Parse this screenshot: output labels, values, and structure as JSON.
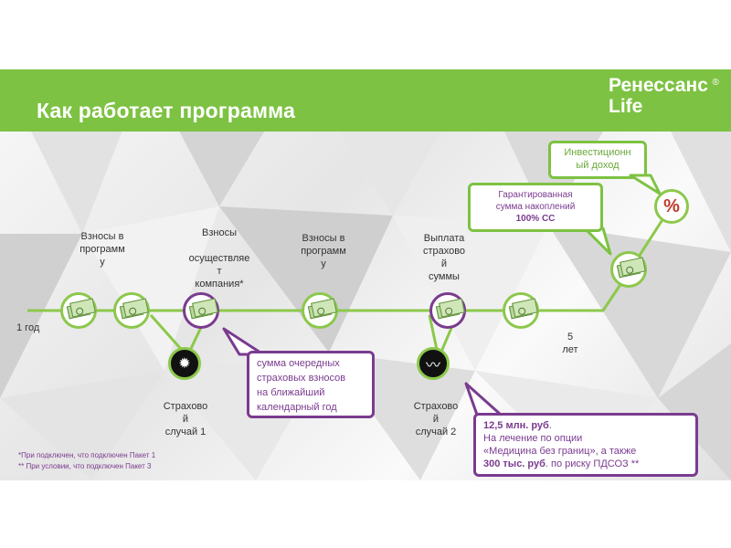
{
  "header": {
    "title": "Как работает программа",
    "logo_line1": "Ренессанс",
    "logo_line2": "Life",
    "logo_mark": "®"
  },
  "timeline": {
    "start_label": "1 год",
    "end_label": "5\nлет",
    "contributions_1": "Взносы в\nпрограмм\nу",
    "company_pays": "Взносы\n\nосуществляе\nт\nкомпания*",
    "contributions_2": "Взносы в\nпрограмм\nу",
    "payout": "Выплата\nстрахово\nй\nсуммы",
    "insured_event_1": "Страхово\nй\nслучай 1",
    "insured_event_2": "Страхово\nй\nслучай 2"
  },
  "bubbles": {
    "investment_income": "Инвестиционн\nый доход",
    "guaranteed_line1": "Гарантированная",
    "guaranteed_line2": "сумма накоплений",
    "guaranteed_line3": "100% СС",
    "next_premiums": "сумма очередных\nстраховых взносов\nна ближайший\nкалендарный год",
    "treatment_bold1": "12,5 млн. руб",
    "treatment_text1": ".",
    "treatment_text2": "На лечение по опции",
    "treatment_text3": "«Медицина без границ», а также",
    "treatment_bold2": "300 тыс. руб",
    "treatment_text4": ". по риску ПДСОЗ **"
  },
  "icons": {
    "percent": "%",
    "accident": "✹",
    "heartbeat": "〰"
  },
  "footnotes": {
    "note1": "*При подключен, что подключен Пакет 1",
    "note2": "** При условии, что подключен Пакет 3"
  },
  "colors": {
    "brand_green": "#7dc242",
    "accent_purple": "#7a3b8f",
    "percent_red": "#c0392b"
  }
}
